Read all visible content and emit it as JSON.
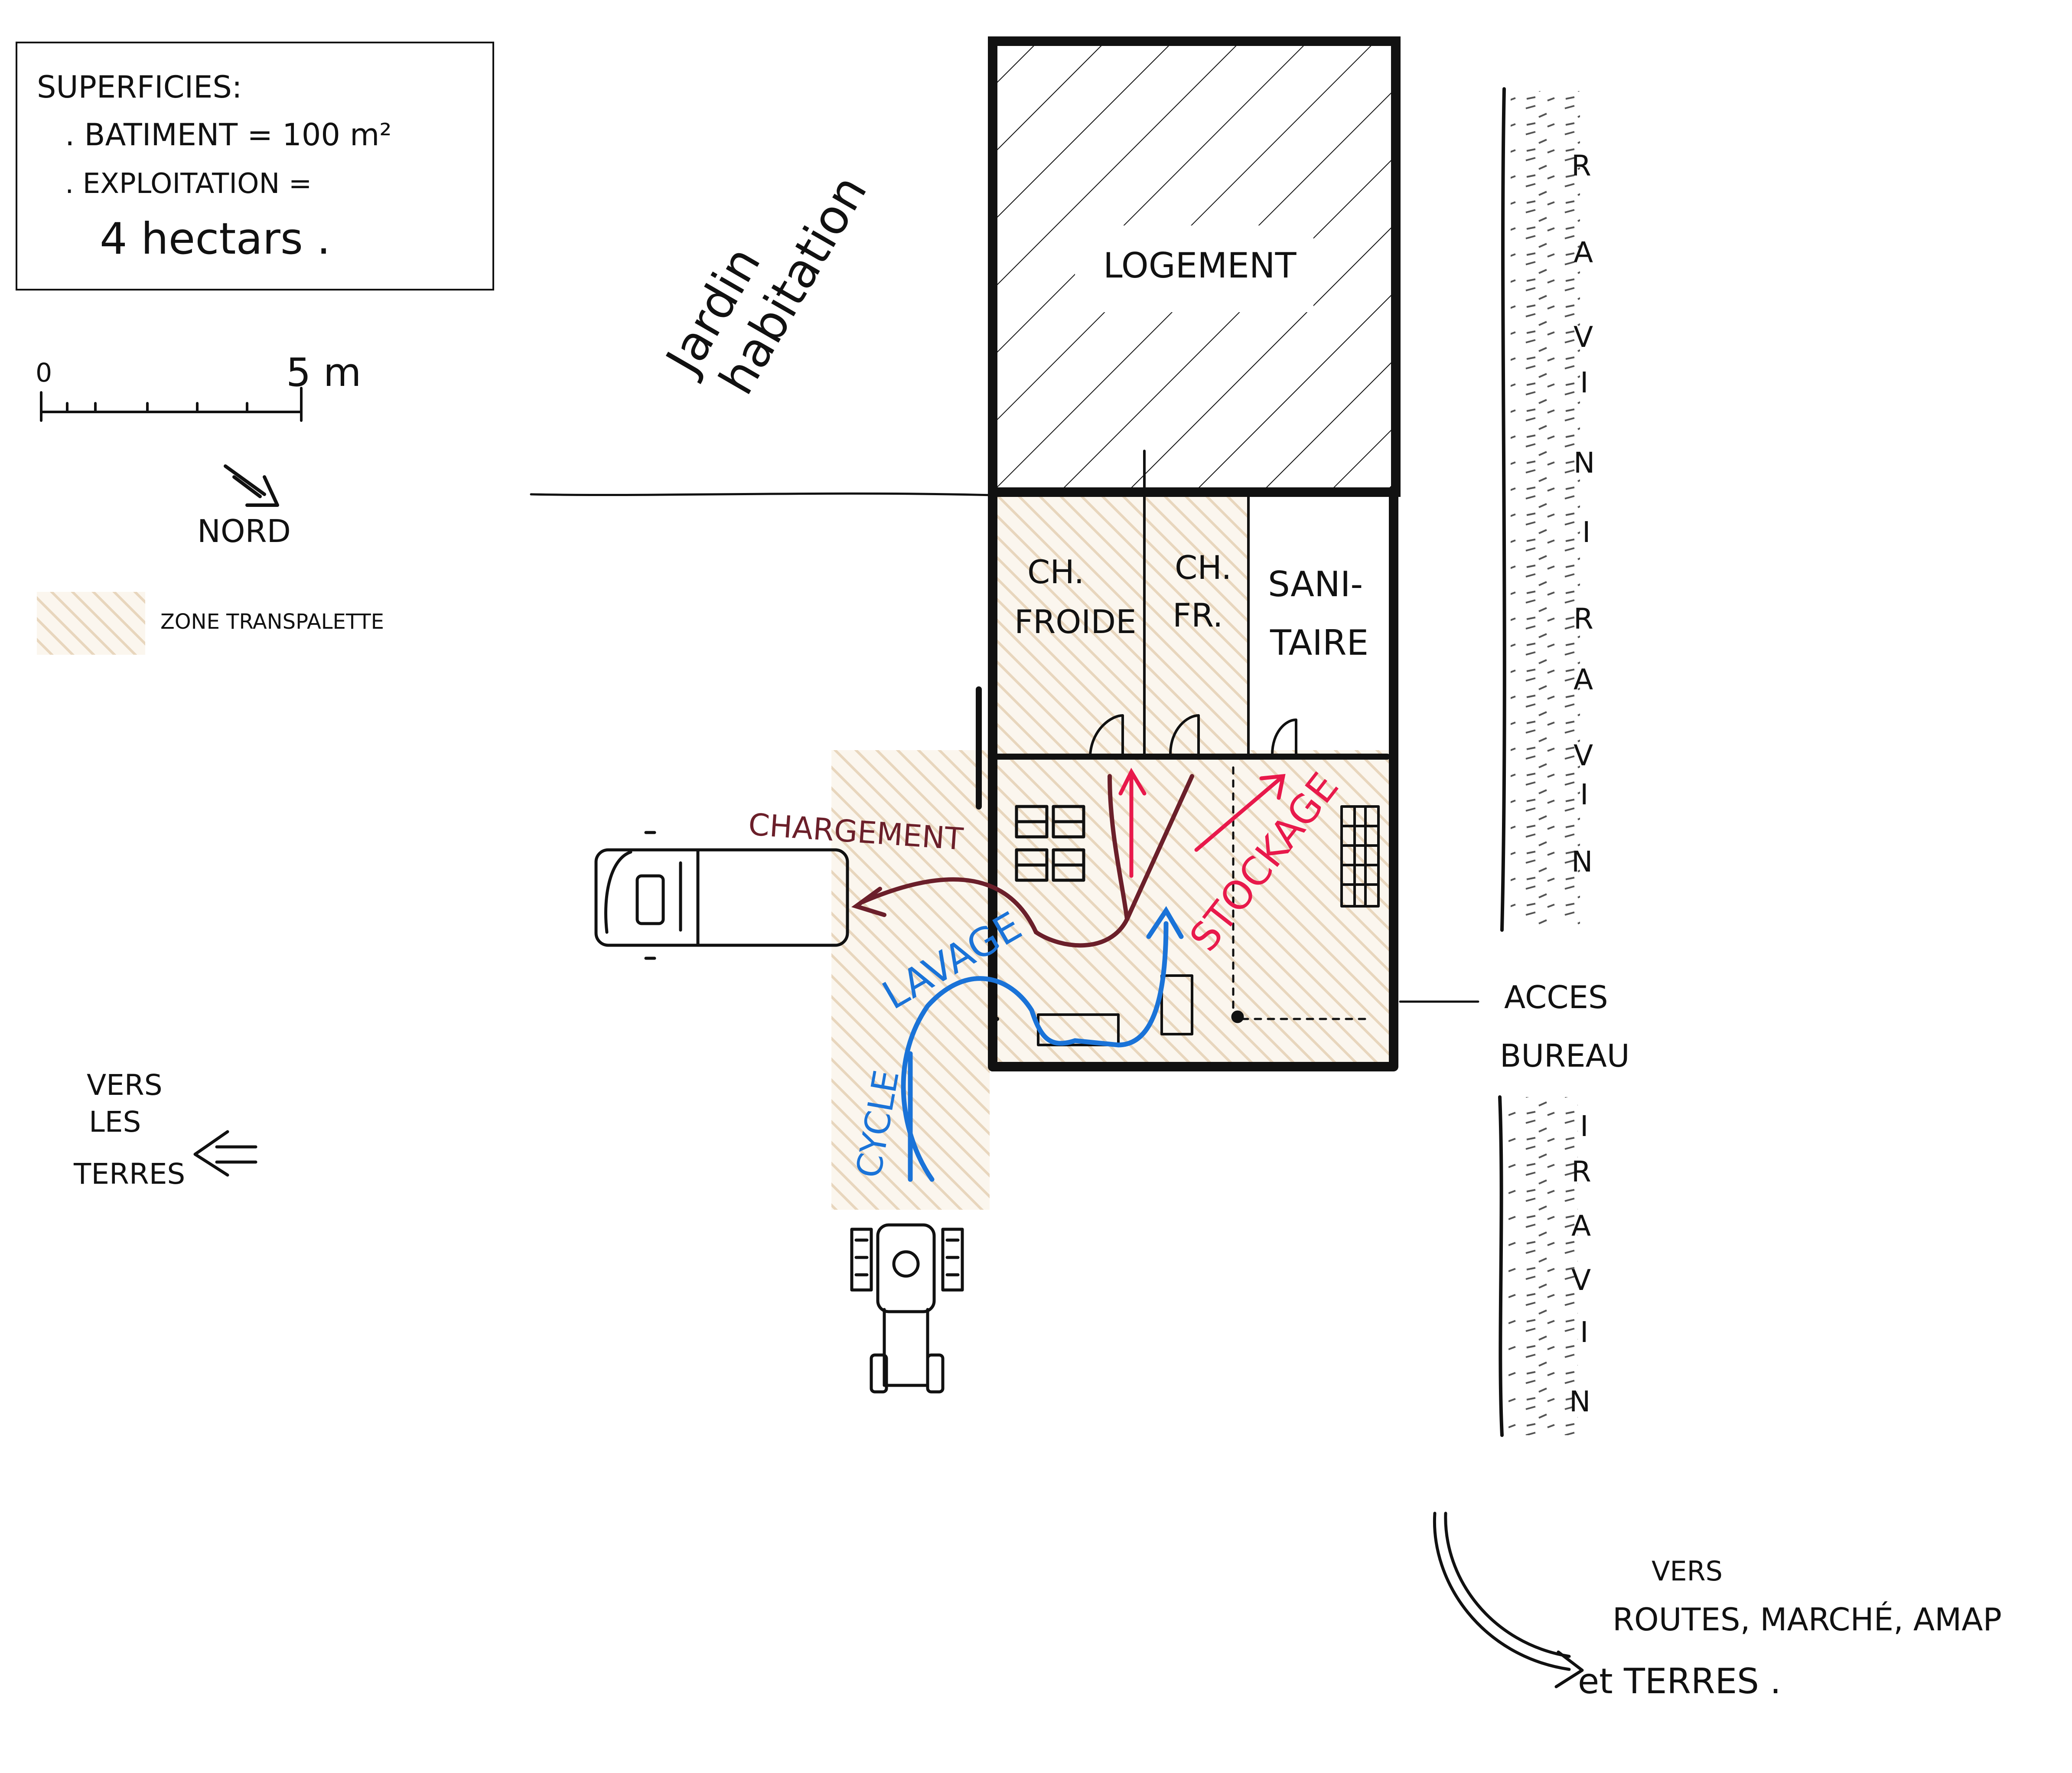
{
  "legend_box": {
    "heading": "SUPERFICIES:",
    "batiment": ". BATIMENT = 100 m²",
    "exploitation": ". EXPLOITATION =",
    "hectares": "4 hectars ."
  },
  "scale_bar": {
    "start_label": "0",
    "end_label": "5 m"
  },
  "north_label": "NORD",
  "zone_legend_label": "ZONE TRANSPALETTE",
  "garden_label": [
    "Jardin",
    "habitation"
  ],
  "rooms": {
    "logement": "LOGEMENT",
    "ch_froide": [
      "CH.",
      "FROIDE"
    ],
    "ch_fr": [
      "CH.",
      "FR."
    ],
    "sanitaire": [
      "SANI-",
      "TAIRE"
    ]
  },
  "flow_labels": {
    "chargement": "CHARGEMENT",
    "stockage": "STOCKAGE",
    "lavage": "LAVAGE",
    "cycle": "CYCLE"
  },
  "acces_label": [
    "ACCES",
    "BUREAU"
  ],
  "ravin_letters_upper": [
    "R",
    "A",
    "V",
    "I",
    "N",
    "I",
    "R",
    "A",
    "V",
    "I",
    "N"
  ],
  "ravin_letters_lower": [
    "I",
    "R",
    "A",
    "V",
    "I",
    "N"
  ],
  "vers_terres": [
    "VERS",
    "LES",
    "TERRES"
  ],
  "vers_routes": [
    "VERS",
    "ROUTES, MARCHÉ, AMAP",
    "et TERRES ."
  ],
  "colors": {
    "ink": "#111111",
    "hatch_zone": "#e8d6bd",
    "chargement": "#6b1f2a",
    "stockage": "#e8194b",
    "lavage_cycle": "#1a73d8"
  }
}
